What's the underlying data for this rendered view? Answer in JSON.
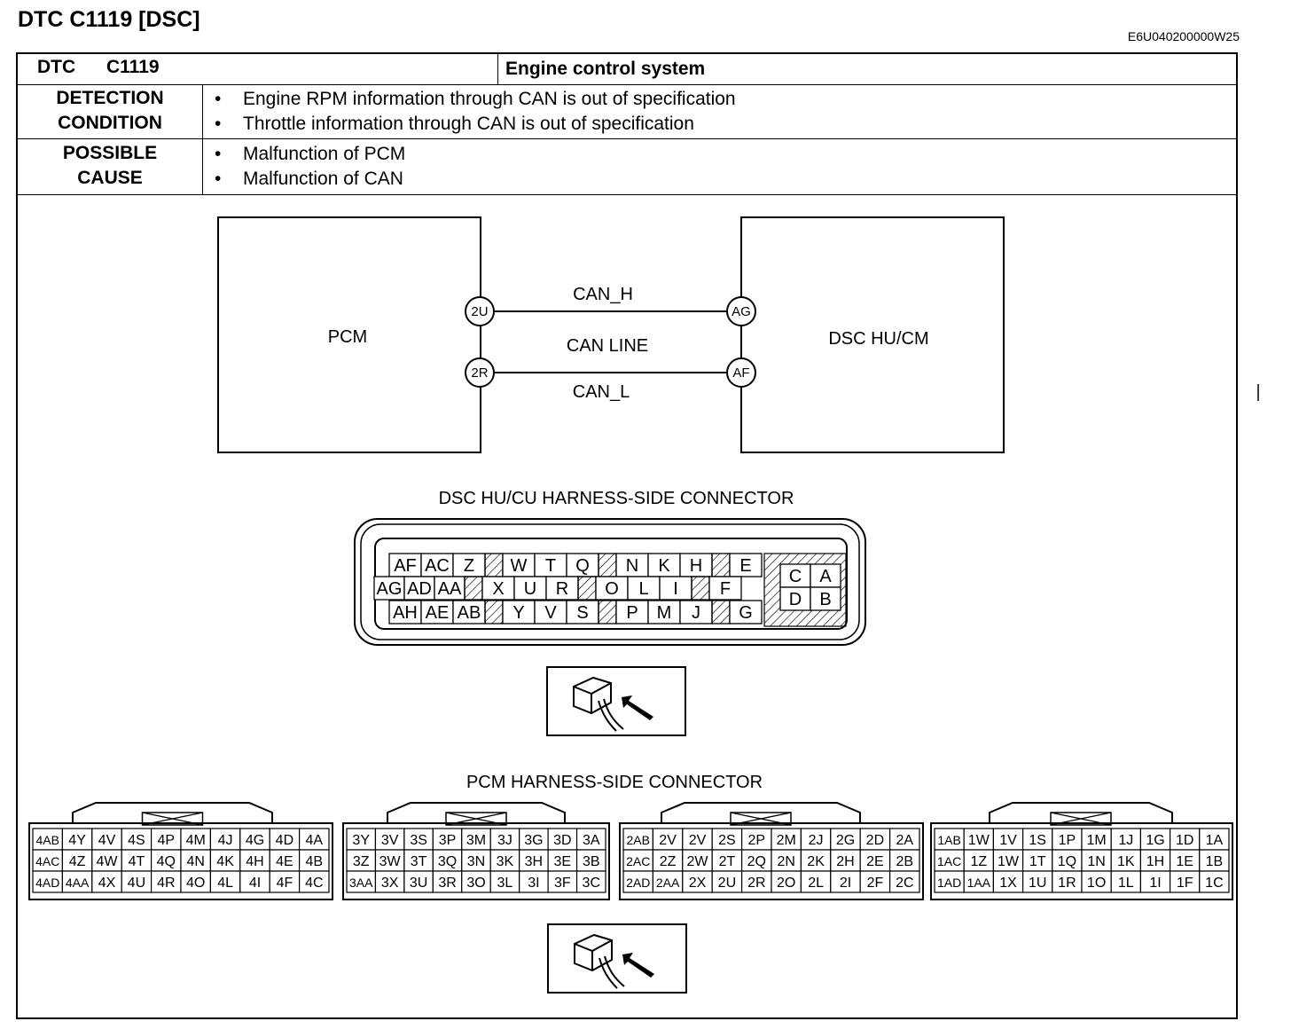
{
  "page": {
    "title": "DTC C1119 [DSC]",
    "doc_id": "E6U040200000W25"
  },
  "table": {
    "dtc_label": "DTC",
    "dtc_code": "C1119",
    "system": "Engine control system",
    "detection_label_1": "DETECTION",
    "detection_label_2": "CONDITION",
    "detection_items": [
      "Engine RPM information through CAN is out of specification",
      "Throttle information through CAN is out of specification"
    ],
    "cause_label_1": "POSSIBLE",
    "cause_label_2": "CAUSE",
    "cause_items": [
      "Malfunction of PCM",
      "Malfunction of CAN"
    ]
  },
  "wiring": {
    "left_module": "PCM",
    "right_module": "DSC HU/CM",
    "line_label": "CAN LINE",
    "wires": [
      {
        "name": "CAN_H",
        "left_pin": "2U",
        "right_pin": "AG"
      },
      {
        "name": "CAN_L",
        "left_pin": "2R",
        "right_pin": "AF"
      }
    ]
  },
  "dsc_connector": {
    "title": "DSC HU/CU HARNESS-SIDE CONNECTOR",
    "rows": [
      [
        "AF",
        "AC",
        "Z",
        "#",
        "W",
        "T",
        "Q",
        "#",
        "N",
        "K",
        "H",
        "#",
        "E"
      ],
      [
        "AG",
        "AD",
        "AA",
        "#",
        "X",
        "U",
        "R",
        "#",
        "O",
        "L",
        "I",
        "#",
        "F"
      ],
      [
        "AH",
        "AE",
        "AB",
        "#",
        "Y",
        "V",
        "S",
        "#",
        "P",
        "M",
        "J",
        "#",
        "G"
      ]
    ],
    "side_block": [
      [
        "C",
        "A"
      ],
      [
        "D",
        "B"
      ]
    ]
  },
  "pcm_connector": {
    "title": "PCM HARNESS-SIDE CONNECTOR",
    "blocks": [
      {
        "rows": [
          [
            "4AB",
            "4Y",
            "4V",
            "4S",
            "4P",
            "4M",
            "4J",
            "4G",
            "4D",
            "4A"
          ],
          [
            "4AC",
            "4Z",
            "4W",
            "4T",
            "4Q",
            "4N",
            "4K",
            "4H",
            "4E",
            "4B"
          ],
          [
            "4AD",
            "4AA",
            "4X",
            "4U",
            "4R",
            "4O",
            "4L",
            "4I",
            "4F",
            "4C"
          ]
        ]
      },
      {
        "rows": [
          [
            "3Y",
            "3V",
            "3S",
            "3P",
            "3M",
            "3J",
            "3G",
            "3D",
            "3A"
          ],
          [
            "3Z",
            "3W",
            "3T",
            "3Q",
            "3N",
            "3K",
            "3H",
            "3E",
            "3B"
          ],
          [
            "3AA",
            "3X",
            "3U",
            "3R",
            "3O",
            "3L",
            "3I",
            "3F",
            "3C"
          ]
        ]
      },
      {
        "rows": [
          [
            "2AB",
            "2V",
            "2V",
            "2S",
            "2P",
            "2M",
            "2J",
            "2G",
            "2D",
            "2A"
          ],
          [
            "2AC",
            "2Z",
            "2W",
            "2T",
            "2Q",
            "2N",
            "2K",
            "2H",
            "2E",
            "2B"
          ],
          [
            "2AD",
            "2AA",
            "2X",
            "2U",
            "2R",
            "2O",
            "2L",
            "2I",
            "2F",
            "2C"
          ]
        ]
      },
      {
        "rows": [
          [
            "1AB",
            "1W",
            "1V",
            "1S",
            "1P",
            "1M",
            "1J",
            "1G",
            "1D",
            "1A"
          ],
          [
            "1AC",
            "1Z",
            "1W",
            "1T",
            "1Q",
            "1N",
            "1K",
            "1H",
            "1E",
            "1B"
          ],
          [
            "1AD",
            "1AA",
            "1X",
            "1U",
            "1R",
            "1O",
            "1L",
            "1I",
            "1F",
            "1C"
          ]
        ]
      }
    ]
  }
}
